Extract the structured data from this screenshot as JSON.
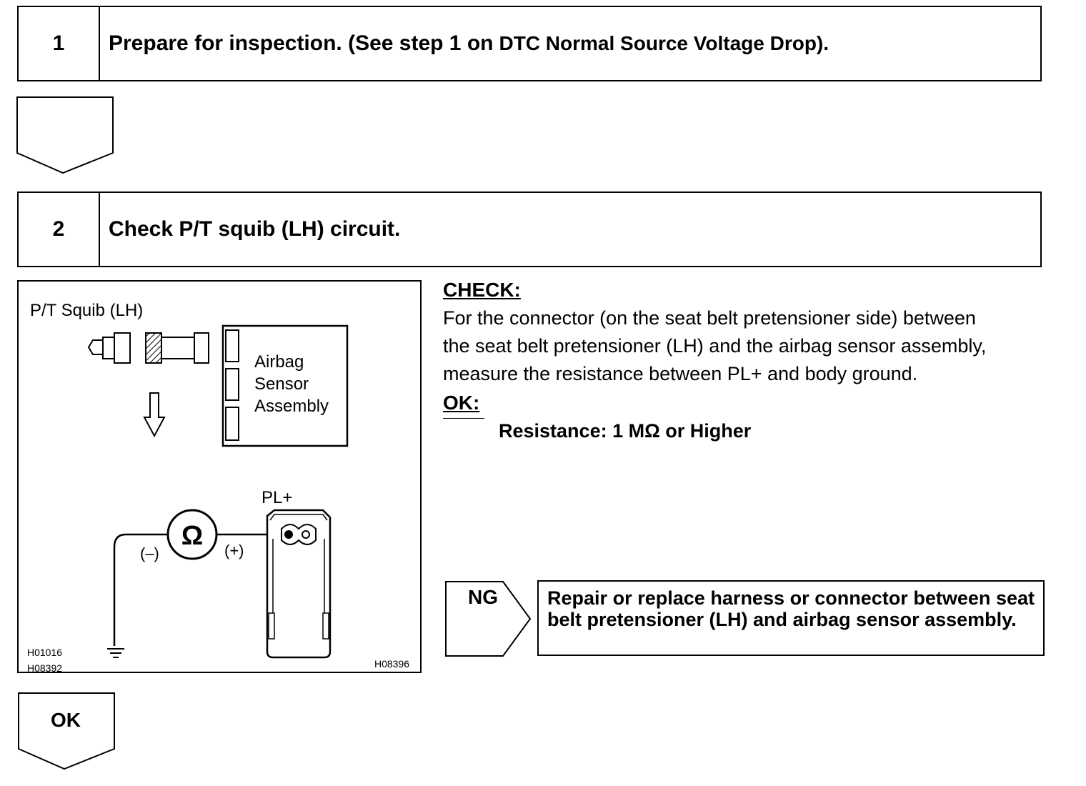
{
  "step1": {
    "number": "1",
    "title": "Prepare for inspection. (See step 1 on",
    "reference": "DTC Normal Source Voltage Drop)."
  },
  "step2": {
    "number": "2",
    "title": "Check P/T squib (LH) circuit."
  },
  "figure": {
    "label_squib": "P/T Squib (LH)",
    "label_sensor_line1": "Airbag",
    "label_sensor_line2": "Sensor",
    "label_sensor_line3": "Assembly",
    "label_terminal": "PL+",
    "meter_symbol": "Ω",
    "label_negative": "(–)",
    "label_positive": "(+)",
    "code_left_1": "H01016",
    "code_left_2": "H08392",
    "code_right": "H08396"
  },
  "check": {
    "heading": "CHECK:",
    "lines": [
      "For the connector (on the seat belt pretensioner side) between",
      "the seat belt pretensioner (LH) and the airbag sensor assembly,",
      "measure the resistance between PL+ and body ground."
    ],
    "ok_heading": "OK:",
    "spec": "Resistance: 1 MΩ or Higher"
  },
  "ng": {
    "label": "NG",
    "action": "Repair or replace harness or connector between seat belt pretensioner (LH) and airbag sensor assembly."
  },
  "ok_arrow": {
    "label": "OK"
  }
}
